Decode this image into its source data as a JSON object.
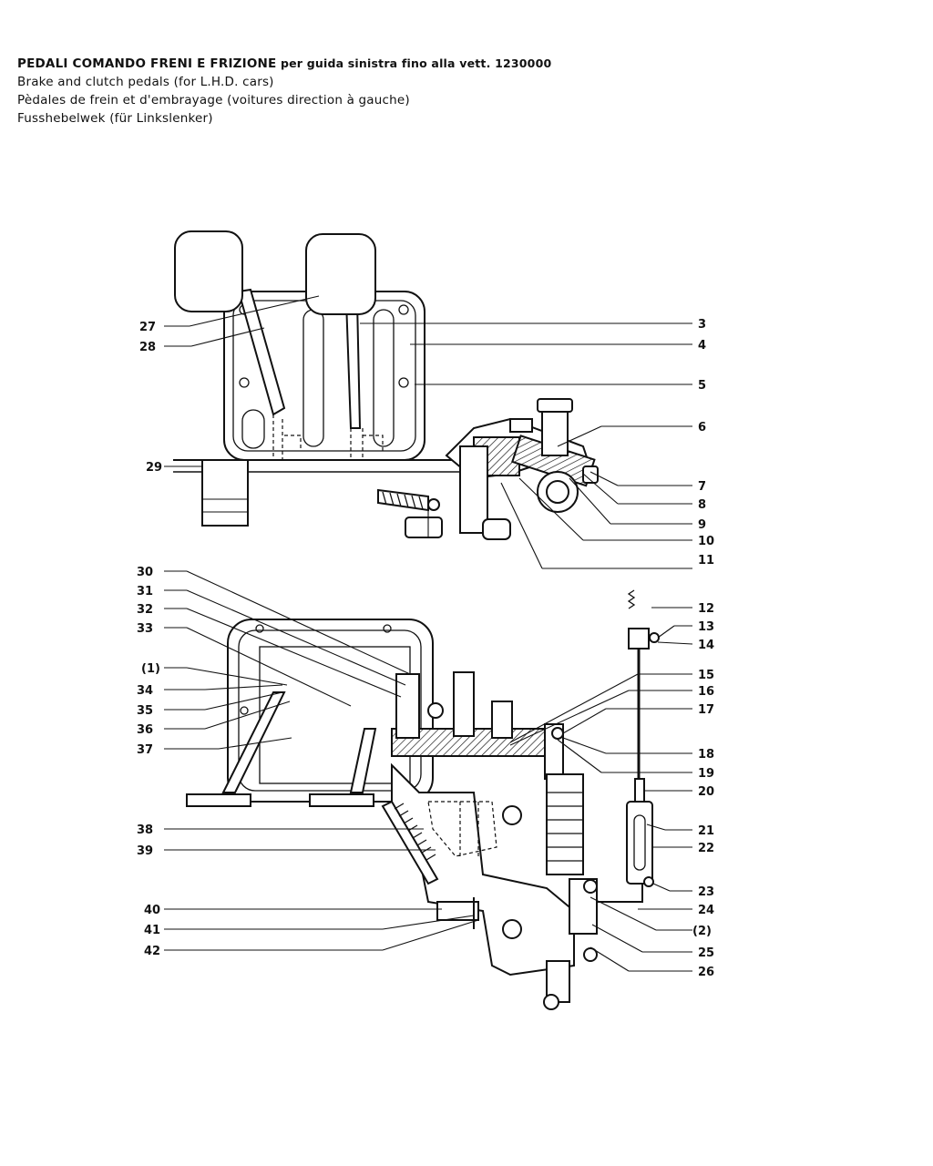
{
  "header": {
    "title_bold": "PEDALI COMANDO FRENI E FRIZIONE",
    "title_rest": "per guida sinistra fino alla vett. 1230000",
    "line_en": "Brake and clutch pedals (for L.H.D. cars)",
    "line_fr": "Pèdales de frein et d'embrayage (voitures direction à gauche)",
    "line_de": "Fusshebelwek (für Linkslenker)"
  },
  "callouts": {
    "c1": "3",
    "c2": "4",
    "c3": "5",
    "c4": "6",
    "c5": "7",
    "c6": "8",
    "c7": "9",
    "c8": "10",
    "c9": "11",
    "c10": "12",
    "c11": "13",
    "c12": "14",
    "c13": "15",
    "c14": "16",
    "c15": "17",
    "c16": "18",
    "c17": "19",
    "c18": "20",
    "c19": "21",
    "c20": "22",
    "c21": "23",
    "c22": "24",
    "c23": "(2)",
    "c24": "25",
    "c25": "26",
    "c26": "27",
    "c27": "28",
    "c28": "29",
    "c29": "30",
    "c30": "31",
    "c31": "32",
    "c32": "33",
    "c33": "(1)",
    "c34": "34",
    "c35": "35",
    "c36": "36",
    "c37": "37",
    "c38": "38",
    "c39": "39",
    "c40": "40",
    "c41": "41",
    "c42": "42"
  }
}
